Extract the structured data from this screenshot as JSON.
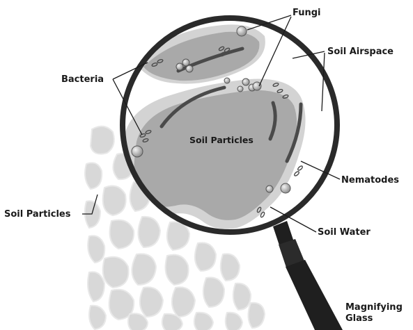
{
  "labels": {
    "fungi": "Fungi",
    "soil_airspace": "Soil Airspace",
    "bacteria": "Bacteria",
    "soil_particles_center": "Soil Particles",
    "nematodes": "Nematodes",
    "soil_particles_left": "Soil Particles",
    "soil_water": "Soil Water",
    "magnifying_glass_line1": "Magnifying",
    "magnifying_glass_line2": "Glass"
  },
  "colors": {
    "background": "#ffffff",
    "soil_particle_fill": "#d8d8d8",
    "magnified_particle_fill": "#a9a9a9",
    "water_film": "#d3d3d3",
    "lens_rim": "#2a2a2a",
    "handle": "#1f1f1f",
    "organism": "#4a4a4a"
  }
}
